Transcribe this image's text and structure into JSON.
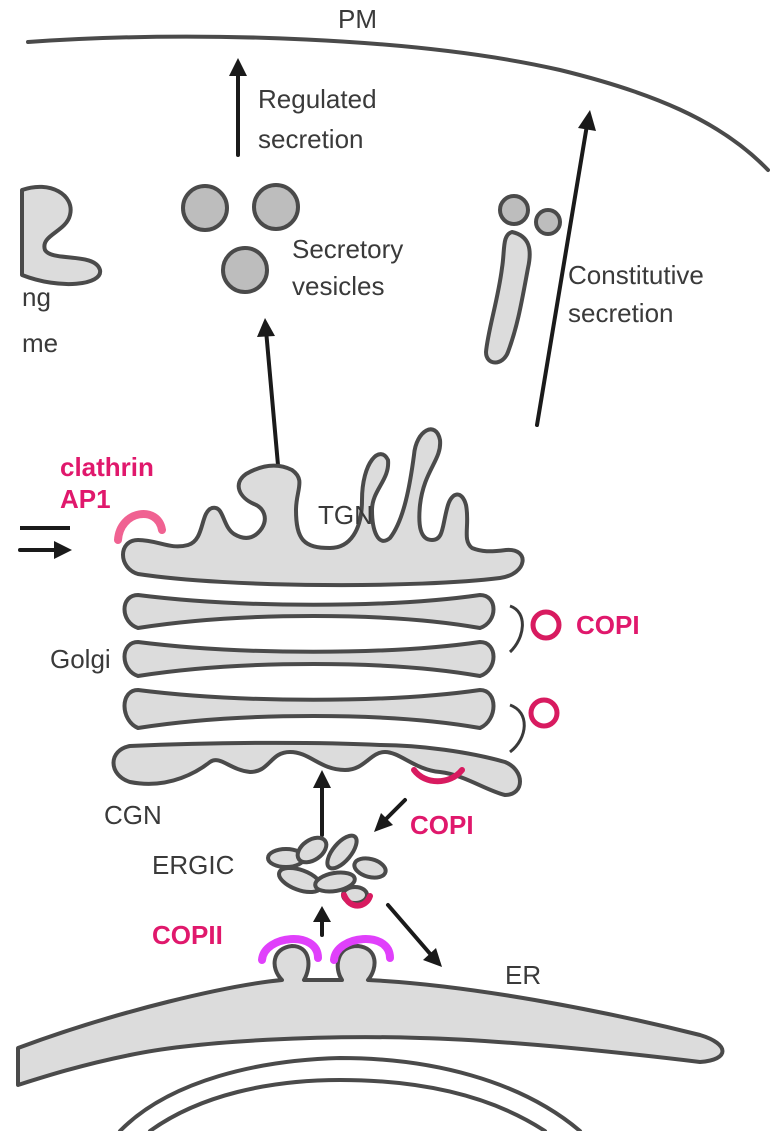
{
  "colors": {
    "membrane": "#4a4a4a",
    "lumen": "#dcdcdc",
    "vesicle": "#bdbdbd",
    "copi": "#d81b60",
    "copii": "#e040fb",
    "clathrin": "#f06292",
    "coat_text": "#e0186c"
  },
  "labels": {
    "pm": "PM",
    "regulated_1": "Regulated",
    "regulated_2": "secretion",
    "secretory_1": "Secretory",
    "secretory_2": "vesicles",
    "constitutive_1": "Constitutive",
    "constitutive_2": "secretion",
    "endosome_1": "ng",
    "endosome_2": "me",
    "clathrin": "clathrin",
    "ap1": "AP1",
    "tgn": "TGN",
    "golgi": "Golgi",
    "copi_top": "COPI",
    "cgn": "CGN",
    "copi_bottom": "COPI",
    "ergic": "ERGIC",
    "copii": "COPII",
    "er": "ER"
  }
}
